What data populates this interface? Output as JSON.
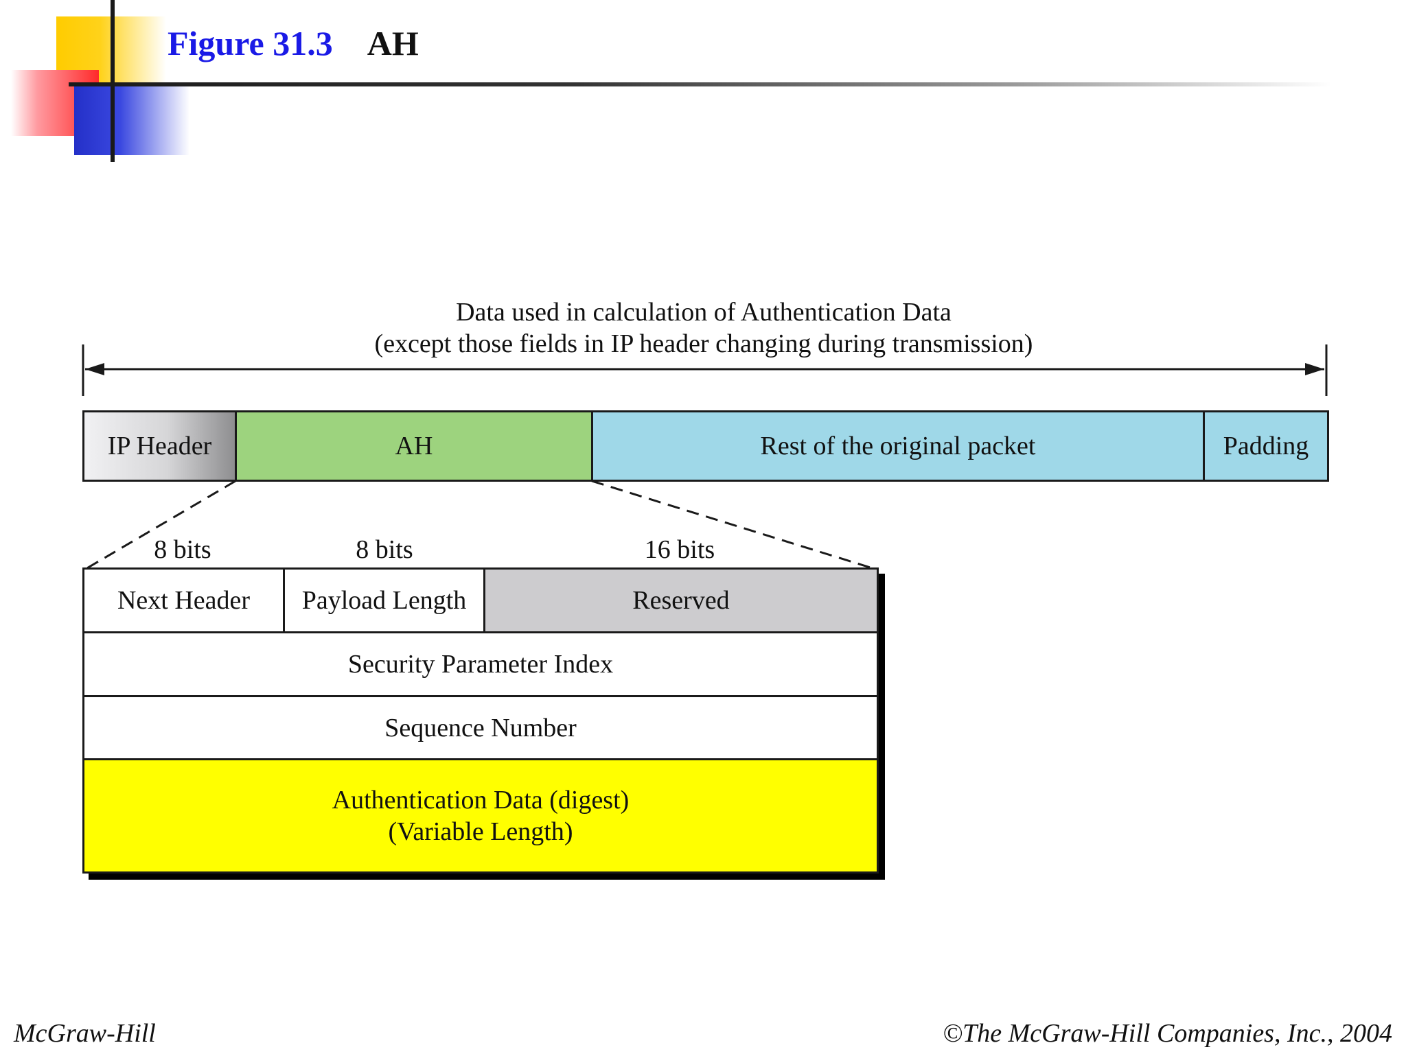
{
  "header": {
    "figure_label": "Figure 31.3",
    "figure_name": "AH"
  },
  "range_caption": {
    "line1": "Data used in calculation of Authentication Data",
    "line2": "(except those fields in IP header changing during transmission)"
  },
  "packet": [
    {
      "label": "IP Header",
      "color": "#c8c8ca"
    },
    {
      "label": "AH",
      "color": "#9dd37e"
    },
    {
      "label": "Rest of the original packet",
      "color": "#9fd8e8"
    },
    {
      "label": "Padding",
      "color": "#9fd8e8"
    }
  ],
  "bit_widths": [
    "8 bits",
    "8 bits",
    "16 bits"
  ],
  "ah_fields": {
    "next_header": "Next Header",
    "payload_length": "Payload Length",
    "reserved": "Reserved",
    "spi": "Security Parameter Index",
    "sequence": "Sequence Number",
    "auth_line1": "Authentication Data (digest)",
    "auth_line2": "(Variable Length)"
  },
  "colors": {
    "reserved": "#cdcccf",
    "auth_data": "#ffff00",
    "title_blue": "#1a1ae6"
  },
  "footer": {
    "publisher": "McGraw-Hill",
    "copyright": "©The McGraw-Hill Companies, Inc., 2004"
  }
}
